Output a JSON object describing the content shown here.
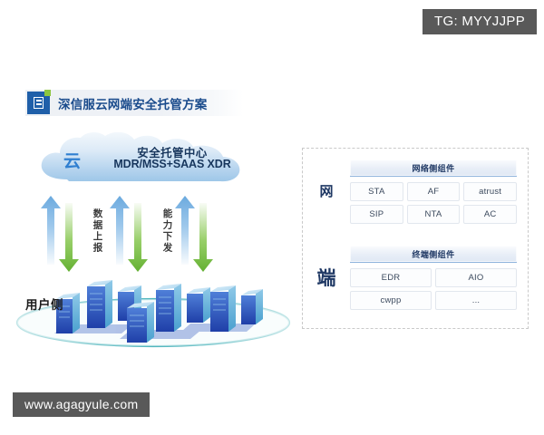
{
  "watermarks": {
    "telegram": "TG: MYYJJPP",
    "site": "www.agagyule.com"
  },
  "title_banner": {
    "text": "深信服云网端安全托管方案",
    "icon": "document-list-icon",
    "icon_color": "#1f5fa9",
    "accent_color": "#8dc63f",
    "text_color": "#1a4b8c"
  },
  "diagram": {
    "cloud": {
      "badge": "云",
      "title": "安全托管中心",
      "subtitle": "MDR/MSS+SAAS XDR",
      "badge_color": "#2f7fd0",
      "text_color": "#17365d"
    },
    "arrows": {
      "up_label": "数据上报",
      "down_label": "能力下发",
      "up_color": "#7eb6e5",
      "down_color": "#7dc242"
    },
    "ground": {
      "label": "用户侧",
      "building_color": "#2f58c0",
      "ring_color": "#5bbfc4"
    }
  },
  "right_panel": {
    "border_color": "#c9c9c9",
    "sections": [
      {
        "char": "网",
        "header": "网络侧组件",
        "columns": 3,
        "items": [
          "STA",
          "AF",
          "atrust",
          "SIP",
          "NTA",
          "AC"
        ]
      },
      {
        "char": "端",
        "header": "终端侧组件",
        "columns": 2,
        "items": [
          "EDR",
          "AIO",
          "cwpp",
          "..."
        ]
      }
    ]
  }
}
